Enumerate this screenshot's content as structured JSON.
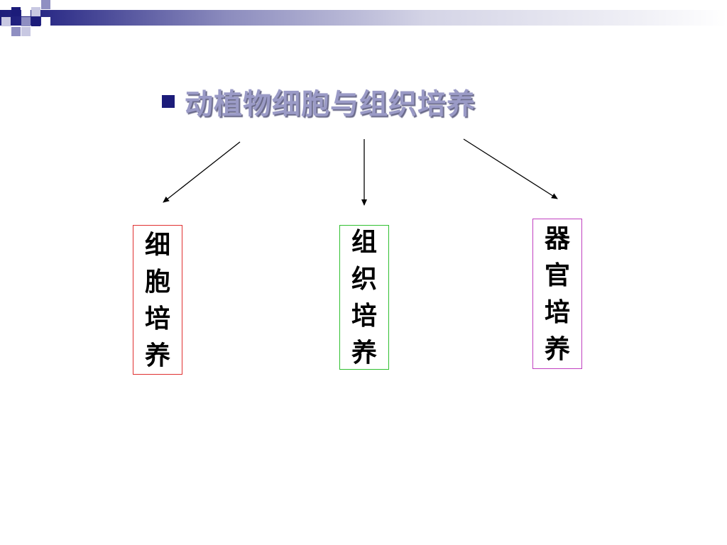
{
  "slide": {
    "title": "动植物细胞与组织培养",
    "nodes": [
      {
        "label": "细胞培养",
        "border_color": "#e03030"
      },
      {
        "label": "组织培养",
        "border_color": "#30c030"
      },
      {
        "label": "器官培养",
        "border_color": "#c040c0"
      }
    ]
  },
  "theme": {
    "accent": "#1c1c7a",
    "title_color": "#9a9ac6"
  }
}
